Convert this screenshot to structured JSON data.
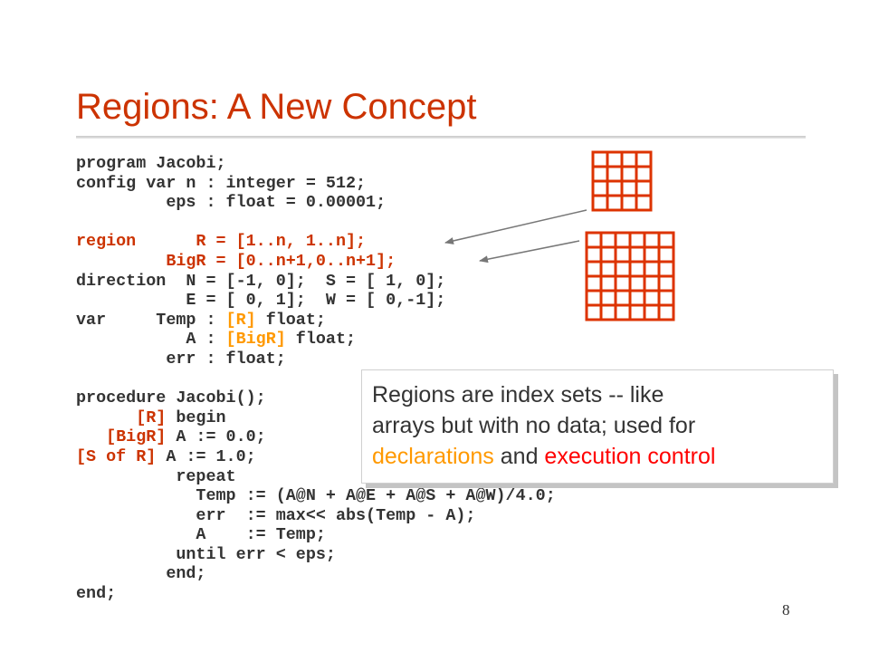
{
  "slide": {
    "title": "Regions: A New Concept",
    "page_number": "8"
  },
  "code": {
    "lines": [
      [
        {
          "t": "program Jacobi;"
        }
      ],
      [
        {
          "t": "config var n : integer = 512;"
        }
      ],
      [
        {
          "t": "         eps : float = 0.00001;"
        }
      ],
      [
        {
          "t": ""
        }
      ],
      [
        {
          "t": "region      R = [1..n, 1..n];",
          "c": "hl"
        }
      ],
      [
        {
          "t": "         BigR = [0..n+1,0..n+1];",
          "c": "hl"
        }
      ],
      [
        {
          "t": "direction  N = [-1, 0];  S = [ 1, 0];"
        }
      ],
      [
        {
          "t": "           E = [ 0, 1];  W = [ 0,-1];"
        }
      ],
      [
        {
          "t": "var     Temp : "
        },
        {
          "t": "[R]",
          "c": "hl-orange"
        },
        {
          "t": " float;"
        }
      ],
      [
        {
          "t": "           A : "
        },
        {
          "t": "[BigR]",
          "c": "hl-orange"
        },
        {
          "t": " float;"
        }
      ],
      [
        {
          "t": "         err : float;"
        }
      ],
      [
        {
          "t": ""
        }
      ],
      [
        {
          "t": "procedure Jacobi();"
        }
      ],
      [
        {
          "t": "      [R]",
          "c": "hl"
        },
        {
          "t": " begin"
        }
      ],
      [
        {
          "t": "   [BigR]",
          "c": "hl"
        },
        {
          "t": " A := 0.0;"
        }
      ],
      [
        {
          "t": "[S of R]",
          "c": "hl"
        },
        {
          "t": " A := 1.0;"
        }
      ],
      [
        {
          "t": "          repeat"
        }
      ],
      [
        {
          "t": "            Temp := (A@N + A@E + A@S + A@W)/4.0;"
        }
      ],
      [
        {
          "t": "            err  := max<< abs(Temp - A);"
        }
      ],
      [
        {
          "t": "            A    := Temp;"
        }
      ],
      [
        {
          "t": "          until err < eps;"
        }
      ],
      [
        {
          "t": "         end;"
        }
      ],
      [
        {
          "t": "end;"
        }
      ]
    ]
  },
  "callout": {
    "line1": "Regions are index sets -- like",
    "line2": "arrays but with no data; used for",
    "line3_orange": "declarations",
    "line3_and": " and ",
    "line3_red": "execution control"
  },
  "colors": {
    "accent_red": "#cc3300",
    "highlight_orange": "#ff9900",
    "emphasis_red": "#ff0000",
    "grid_stroke": "#dd3300"
  },
  "grids": {
    "small_region": {
      "rows": 4,
      "cols": 4
    },
    "big_region": {
      "rows": 6,
      "cols": 6
    }
  }
}
